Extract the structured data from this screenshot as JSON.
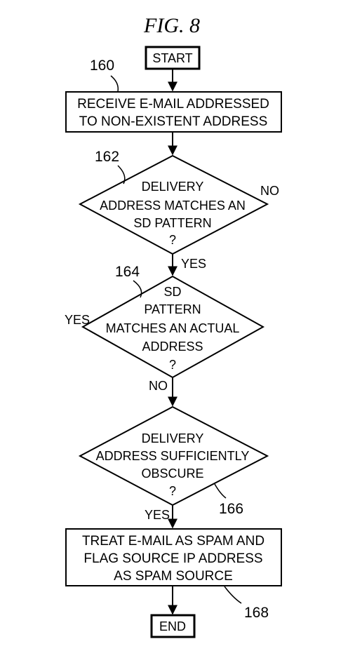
{
  "figure": {
    "title": "FIG. 8"
  },
  "start": {
    "label": "START"
  },
  "end": {
    "label": "END"
  },
  "step_receive": {
    "ref": "160",
    "lines": [
      "RECEIVE E-MAIL ADDRESSED",
      "TO NON-EXISTENT ADDRESS"
    ]
  },
  "decision_pattern": {
    "ref": "162",
    "lines": [
      "DELIVERY",
      "ADDRESS MATCHES AN",
      "SD PATTERN",
      "?"
    ],
    "no_label": "NO",
    "yes_label": "YES"
  },
  "decision_actual": {
    "ref": "164",
    "lines": [
      "SD",
      "PATTERN",
      "MATCHES AN ACTUAL",
      "ADDRESS",
      "?"
    ],
    "yes_label": "YES",
    "no_label": "NO"
  },
  "decision_obscure": {
    "ref": "166",
    "lines": [
      "DELIVERY",
      "ADDRESS SUFFICIENTLY",
      "OBSCURE",
      "?"
    ],
    "yes_label": "YES"
  },
  "step_spam": {
    "ref": "168",
    "lines": [
      "TREAT E-MAIL AS SPAM AND",
      "FLAG SOURCE IP ADDRESS",
      "AS SPAM SOURCE"
    ]
  }
}
